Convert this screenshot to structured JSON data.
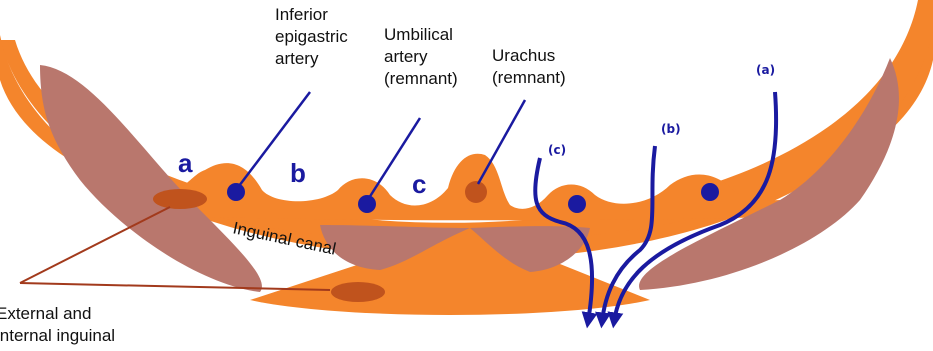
{
  "labels": {
    "inferior_epigastric": [
      "Inferior",
      "epigastric",
      "artery"
    ],
    "umbilical": [
      "Umbilical",
      "artery",
      "(remnant)"
    ],
    "urachus": [
      "Urachus",
      "(remnant)"
    ],
    "inguinal_canal": "Inguinal canal",
    "rings": [
      "External and",
      "internal inguinal"
    ]
  },
  "regions": [
    "a",
    "b",
    "c"
  ],
  "hernia_paths": [
    "(a)",
    "(b)",
    "(c)"
  ],
  "colors": {
    "wall": "#f4852c",
    "muscle": "#b9776d",
    "vessel": "#1a1aa0",
    "urachus": "#c0531d",
    "leader": "#1a1aa0",
    "ring_leader": "#a23a1c"
  }
}
